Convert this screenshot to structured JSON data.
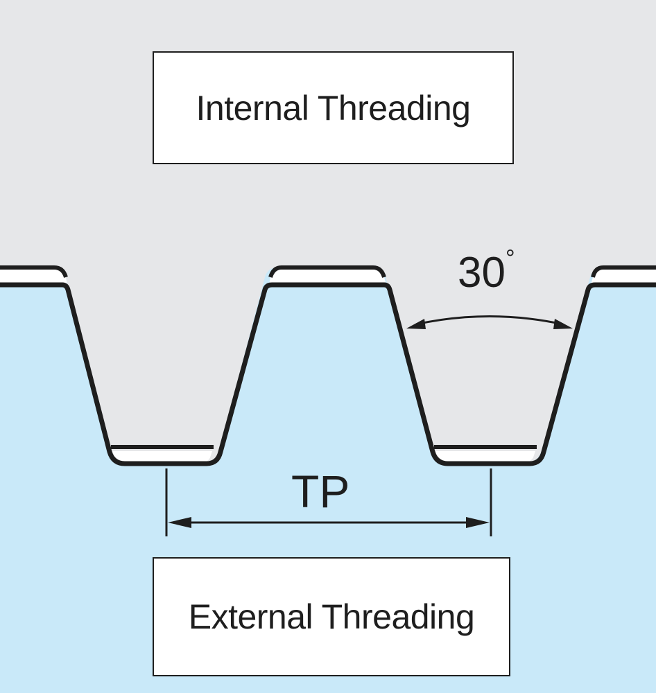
{
  "labels": {
    "internal": "Internal Threading",
    "external": "External Threading"
  },
  "dimensions": {
    "angle_value": "30",
    "angle_unit": "°",
    "pitch": "TP"
  },
  "colors": {
    "internal_fill": "#e6e7e9",
    "external_fill": "#c9e9f9",
    "outline": "#1e1e1e",
    "box_fill": "#ffffff"
  }
}
